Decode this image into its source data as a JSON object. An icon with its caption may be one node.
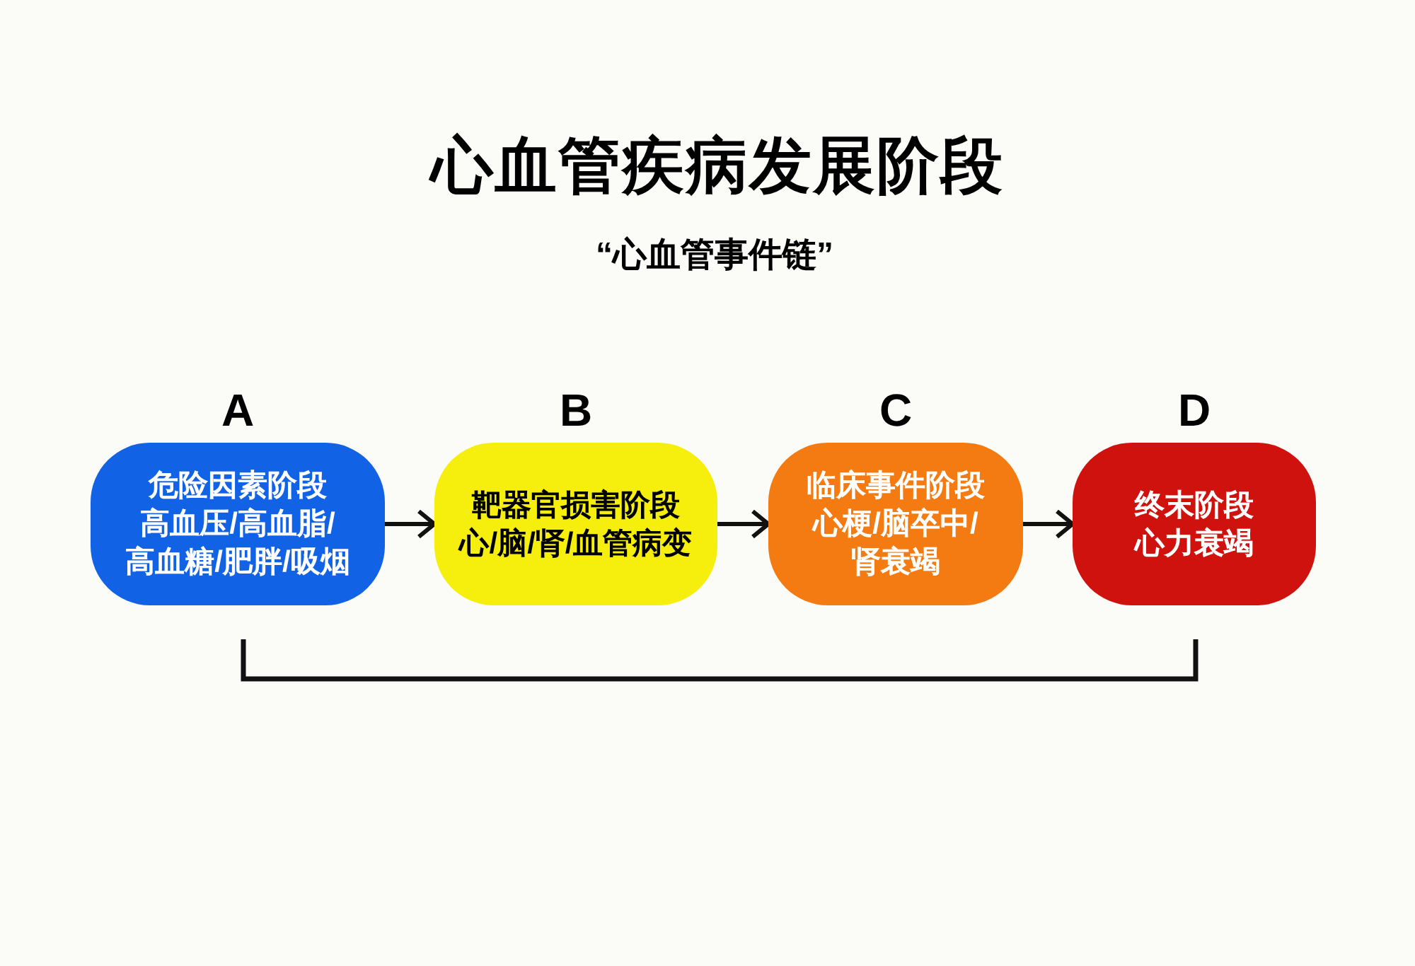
{
  "diagram": {
    "title": "心血管疾病发展阶段",
    "nodes": [
      {
        "text": [
          "A",
          "危险因素阶段",
          "高血压/高血脂/高血糖/肥胖/吸烟"
        ]
      },
      {
        "text": [
          "B",
          "靶器官损害阶段",
          "心/脑/肾/血管病变"
        ]
      },
      {
        "text": [
          "C",
          "临床事件阶段",
          "心梗/脑卒中/肾衰竭"
        ]
      },
      {
        "text": [
          "D",
          "终末阶段",
          "心力衰竭"
        ]
      }
    ],
    "edges": [
      {
        "from": 0,
        "to": 1,
        "arrow": "to"
      },
      {
        "from": 1,
        "to": 2,
        "arrow": "to"
      },
      {
        "from": 2,
        "to": 3,
        "arrow": "to"
      }
    ],
    "labels": [
      "“心血管事件链”"
    ]
  }
}
